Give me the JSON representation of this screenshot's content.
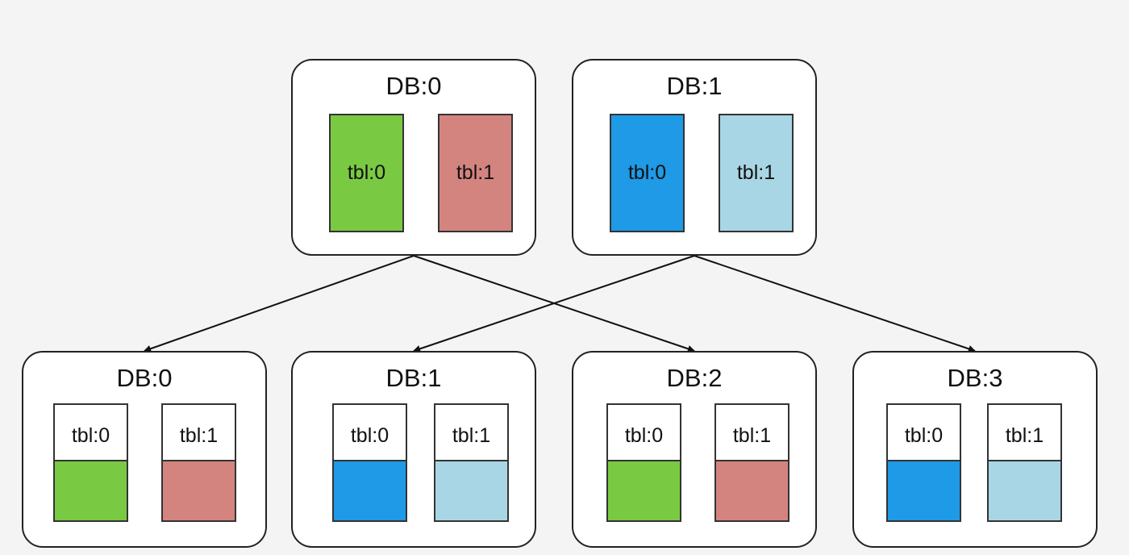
{
  "colors": {
    "green": "#7ac943",
    "red": "#d4847f",
    "blue": "#1e9ae6",
    "lightblue": "#a9d6e5"
  },
  "source": [
    {
      "name": "DB:0",
      "tables": [
        {
          "label": "tbl:0",
          "color": "#7ac943"
        },
        {
          "label": "tbl:1",
          "color": "#d4847f"
        }
      ]
    },
    {
      "name": "DB:1",
      "tables": [
        {
          "label": "tbl:0",
          "color": "#1e9ae6"
        },
        {
          "label": "tbl:1",
          "color": "#a9d6e5"
        }
      ]
    }
  ],
  "target": [
    {
      "name": "DB:0",
      "tables": [
        {
          "label": "tbl:0",
          "color": "#7ac943"
        },
        {
          "label": "tbl:1",
          "color": "#d4847f"
        }
      ]
    },
    {
      "name": "DB:1",
      "tables": [
        {
          "label": "tbl:0",
          "color": "#1e9ae6"
        },
        {
          "label": "tbl:1",
          "color": "#a9d6e5"
        }
      ]
    },
    {
      "name": "DB:2",
      "tables": [
        {
          "label": "tbl:0",
          "color": "#7ac943"
        },
        {
          "label": "tbl:1",
          "color": "#d4847f"
        }
      ]
    },
    {
      "name": "DB:3",
      "tables": [
        {
          "label": "tbl:0",
          "color": "#1e9ae6"
        },
        {
          "label": "tbl:1",
          "color": "#a9d6e5"
        }
      ]
    }
  ],
  "edges": [
    {
      "from": 0,
      "to": 0
    },
    {
      "from": 0,
      "to": 2
    },
    {
      "from": 1,
      "to": 1
    },
    {
      "from": 1,
      "to": 3
    }
  ]
}
